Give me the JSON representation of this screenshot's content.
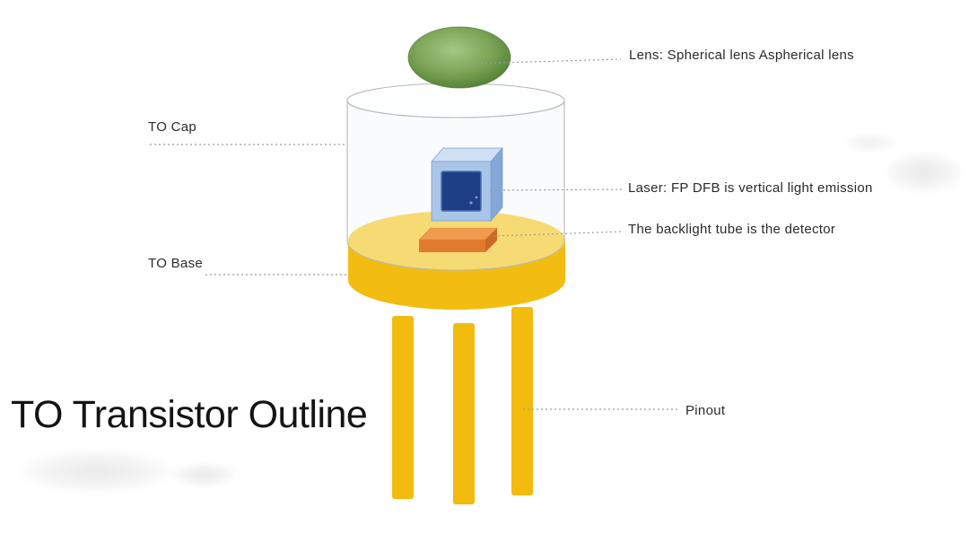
{
  "title": "TO Transistor Outline",
  "labels": {
    "lens": "Lens: Spherical lens Aspherical lens",
    "to_cap": "TO Cap",
    "laser": "Laser: FP DFB is vertical light emission",
    "backlight": "The backlight tube is the detector",
    "to_base": "TO Base",
    "pinout": "Pinout"
  },
  "colors": {
    "lens_green_center": "#a3c884",
    "lens_green_mid": "#7ba355",
    "lens_green_edge": "#4a7a2e",
    "cap_outline": "#b9b9b9",
    "base_yellow_top": "#f8ca1e",
    "base_yellow_side": "#f2bd10",
    "pin_yellow": "#f2bb0e",
    "cube_front": "#a9c6e8",
    "cube_top": "#cfdff4",
    "cube_side": "#83a7d7",
    "chip_blue": "#1e3f86",
    "pad_top": "#f09b4e",
    "pad_front": "#e07b2e",
    "pad_side": "#c96a25",
    "leader_gray": "#9b9b9b",
    "text_dark": "#2b2b2b"
  }
}
